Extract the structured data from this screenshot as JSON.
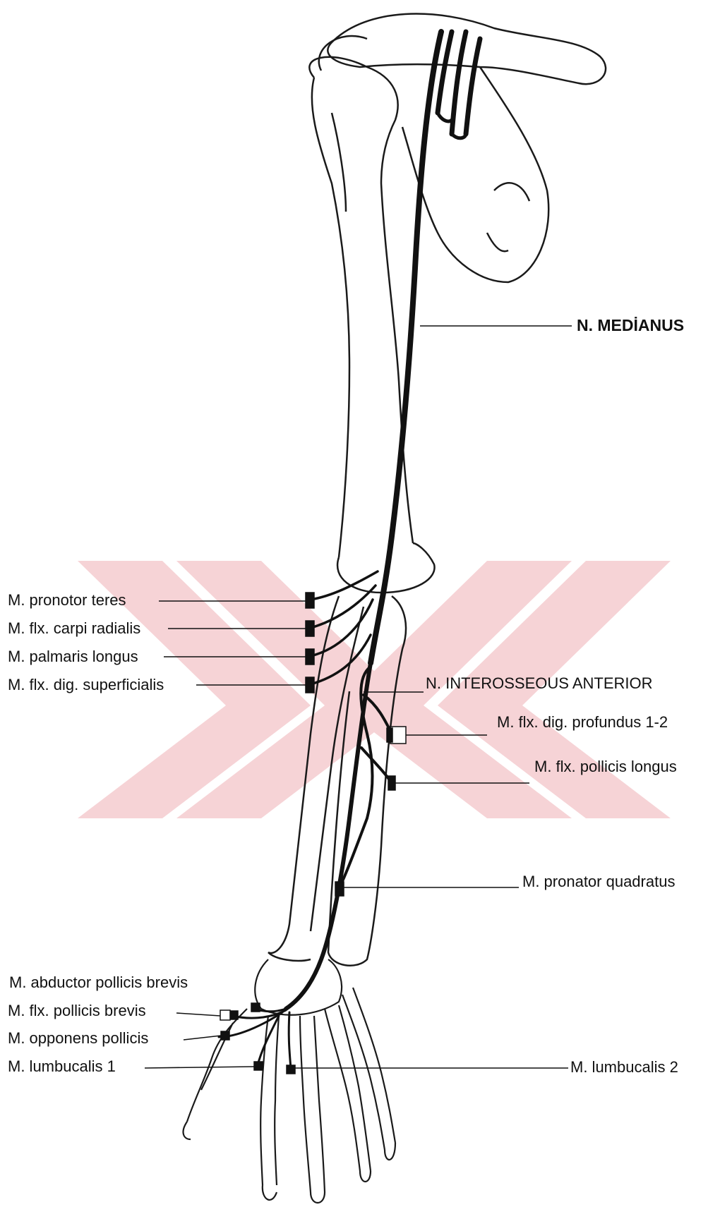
{
  "colors": {
    "nerve": "#111111",
    "bone_outline": "#1a1a1a",
    "watermark": "#f6d3d6",
    "muscle_marker": "#111111"
  },
  "labels": {
    "medianus": "N. MEDİANUS",
    "pronator_teres": "M. pronotor teres",
    "flx_carpi_radialis": "M. flx. carpi radialis",
    "palmaris_longus": "M. palmaris longus",
    "flx_dig_superficialis": "M. flx. dig. superficialis",
    "interosseous_anterior": "N. INTEROSSEOUS  ANTERIOR",
    "flx_dig_profundus": "M. flx. dig. profundus 1-2",
    "flx_pollicis_longus": "M. flx. pollicis longus",
    "pronator_quadratus": "M. pronator quadratus",
    "abductor_pollicis_brevis": "M. abductor  pollicis brevis",
    "flx_pollicis_brevis": "M. flx. pollicis brevis",
    "opponens_pollicis": "M. opponens pollicis",
    "lumbucalis_1": "M. lumbucalis 1",
    "lumbucalis_2": "M. lumbucalis 2"
  }
}
